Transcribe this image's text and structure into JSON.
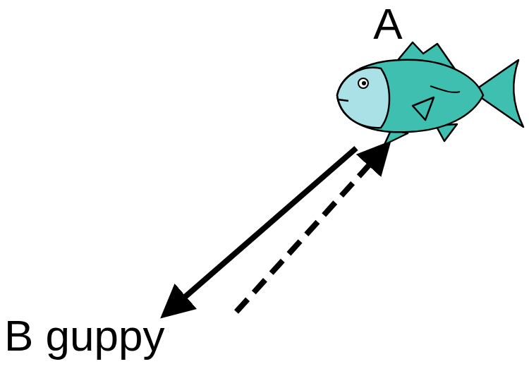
{
  "diagram": {
    "nodes": [
      {
        "text": [
          "A"
        ]
      },
      {
        "text": [
          "B guppy"
        ]
      }
    ],
    "edges": [
      {
        "from": 0,
        "to": 1,
        "arrow": "to"
      },
      {
        "from": 1,
        "to": 0,
        "arrow": "to"
      }
    ]
  }
}
